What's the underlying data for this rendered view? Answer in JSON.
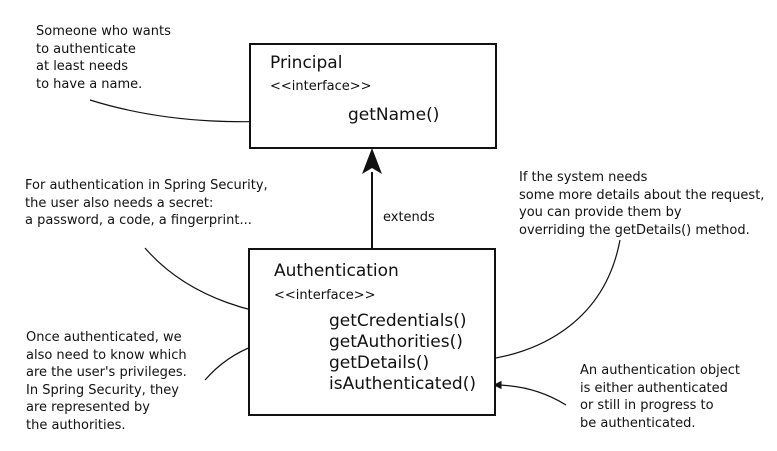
{
  "principal": {
    "title": "Principal",
    "stereotype": "<<interface>>",
    "methods": [
      "getName()"
    ]
  },
  "authentication": {
    "title": "Authentication",
    "stereotype": "<<interface>>",
    "methods": [
      "getCredentials()",
      "getAuthorities()",
      "getDetails()",
      "isAuthenticated()"
    ]
  },
  "relationship": {
    "label": "extends"
  },
  "notes": {
    "name_needed": "Someone who wants\nto authenticate\nat least needs\nto have a name.",
    "secret_needed": "For authentication in Spring Security,\nthe user also needs a secret:\na password, a code, a fingerprint...",
    "details": "If the system needs\nsome more details about the request,\nyou can provide them by\noverriding the getDetails() method.",
    "authorities": "Once authenticated, we\nalso need to know which\nare the user's privileges.\nIn Spring Security, they\nare represented by\nthe authorities.",
    "authenticated_state": "An authentication object\nis either authenticated\nor still in progress to\nbe authenticated."
  }
}
